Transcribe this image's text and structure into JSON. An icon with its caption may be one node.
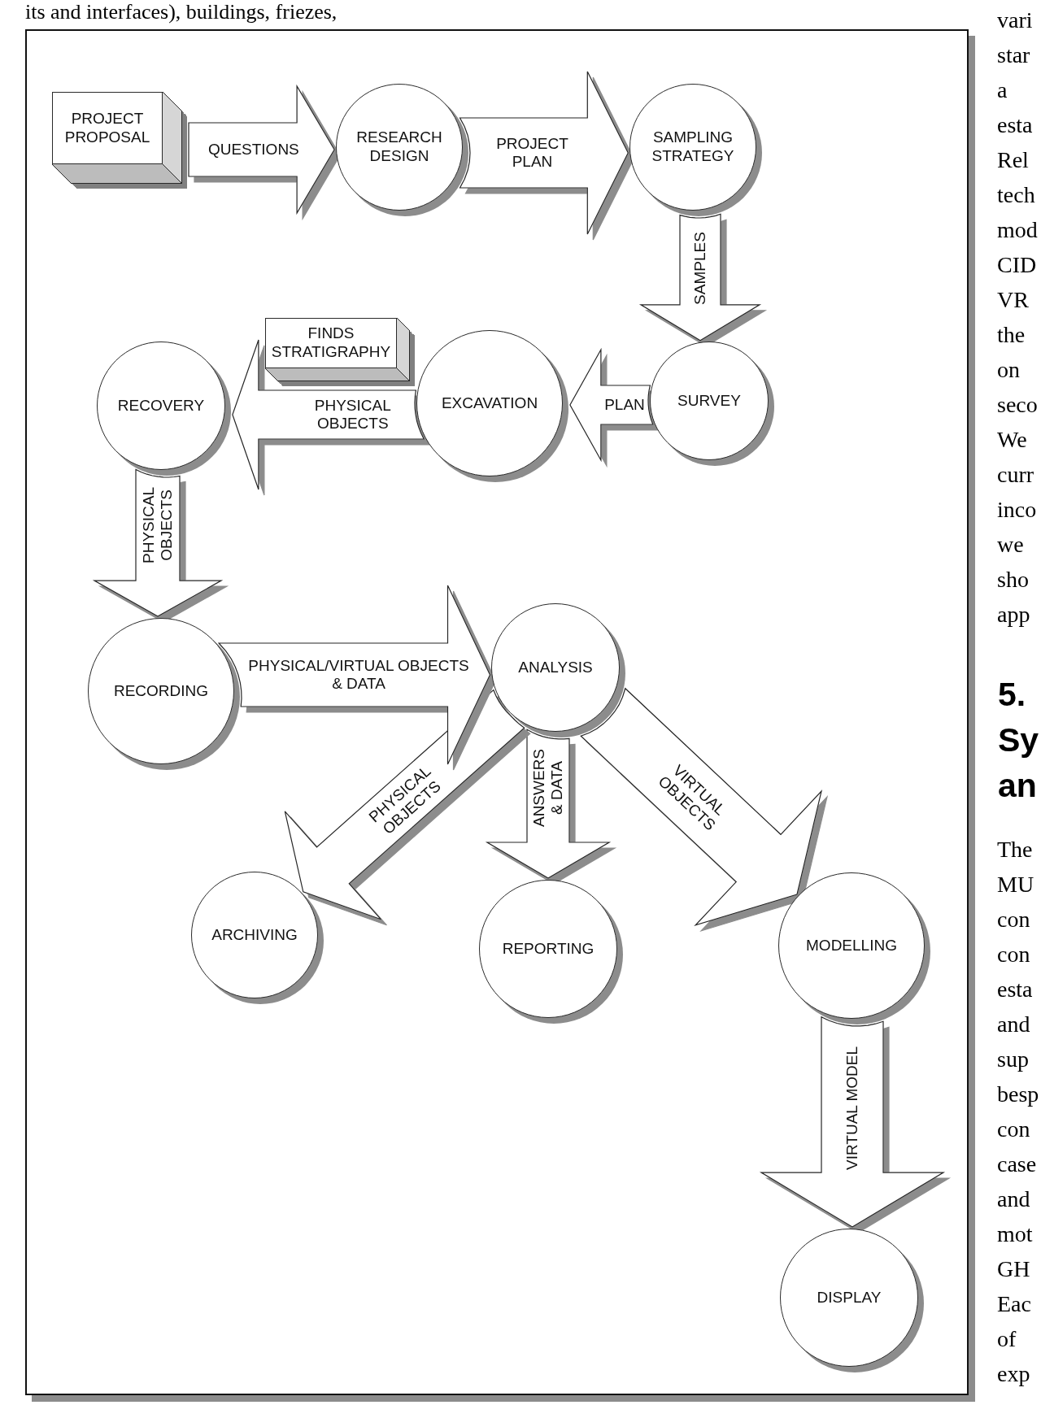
{
  "diagram": {
    "nodes": [
      {
        "text": [
          "PROJECT PROPOSAL"
        ]
      },
      {
        "text": [
          "RESEARCH DESIGN"
        ]
      },
      {
        "text": [
          "SAMPLING STRATEGY"
        ]
      },
      {
        "text": [
          "SURVEY"
        ]
      },
      {
        "text": [
          "EXCAVATION"
        ]
      },
      {
        "text": [
          "FINDS STRATIGRAPHY"
        ]
      },
      {
        "text": [
          "RECOVERY"
        ]
      },
      {
        "text": [
          "RECORDING"
        ]
      },
      {
        "text": [
          "ANALYSIS"
        ]
      },
      {
        "text": [
          "ARCHIVING"
        ]
      },
      {
        "text": [
          "REPORTING"
        ]
      },
      {
        "text": [
          "MODELLING"
        ]
      },
      {
        "text": [
          "DISPLAY"
        ]
      }
    ],
    "edges": [
      {
        "from": 0,
        "to": 1,
        "arrow": "to",
        "label": "QUESTIONS"
      },
      {
        "from": 1,
        "to": 2,
        "arrow": "to",
        "label": "PROJECT PLAN"
      },
      {
        "from": 2,
        "to": 3,
        "arrow": "to",
        "label": "SAMPLES"
      },
      {
        "from": 3,
        "to": 4,
        "arrow": "to",
        "label": "PLAN"
      },
      {
        "from": 4,
        "to": 6,
        "arrow": "to",
        "label": "PHYSICAL OBJECTS"
      },
      {
        "from": 6,
        "to": 7,
        "arrow": "to",
        "label": "PHYSICAL OBJECTS"
      },
      {
        "from": 7,
        "to": 8,
        "arrow": "to",
        "label": "PHYSICAL/VIRTUAL OBJECTS & DATA"
      },
      {
        "from": 8,
        "to": 9,
        "arrow": "to",
        "label": "PHYSICAL OBJECTS"
      },
      {
        "from": 8,
        "to": 10,
        "arrow": "to",
        "label": "ANSWERS & DATA"
      },
      {
        "from": 8,
        "to": 11,
        "arrow": "to",
        "label": "VIRTUAL OBJECTS"
      },
      {
        "from": 11,
        "to": 12,
        "arrow": "to",
        "label": "VIRTUAL MODEL"
      }
    ],
    "labels": [
      "its and interfaces), buildings, friezes,",
      "vari star a esta Rel tech mod CID VR the on seco We curr inco we sho app",
      "5. Sy an",
      "The MU con con esta and sup besp con case and mot GH Eac of exp"
    ]
  }
}
